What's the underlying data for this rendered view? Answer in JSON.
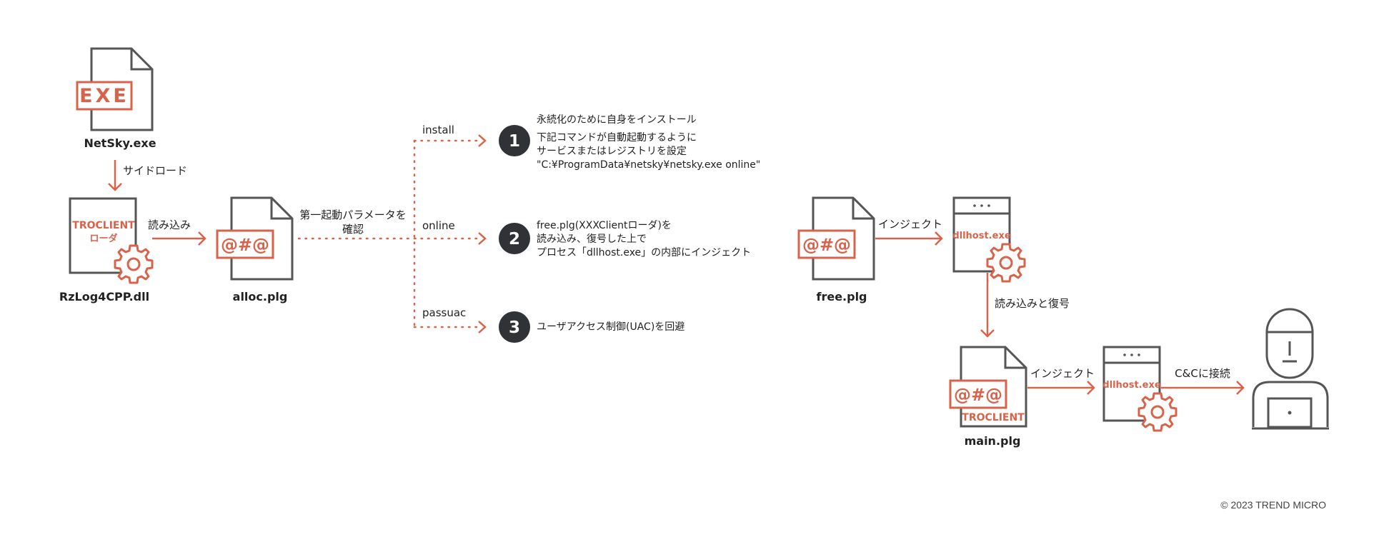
{
  "files": {
    "netsky": {
      "label": "NetSky.exe",
      "icon_text": "EXE"
    },
    "rzlog": {
      "label": "RzLog4CPP.dll",
      "icon_line1": "TROCLIENT",
      "icon_line2": "ローダ"
    },
    "alloc": {
      "label": "alloc.plg",
      "icon_text": "@#@"
    },
    "free": {
      "label": "free.plg",
      "icon_text": "@#@"
    },
    "dllhost1": {
      "icon_text": "dllhost.exe"
    },
    "main": {
      "label": "main.plg",
      "icon_text": "@#@",
      "icon_sub": "TROCLIENT"
    },
    "dllhost2": {
      "icon_text": "dllhost.exe"
    }
  },
  "edges": {
    "sideload": "サイドロード",
    "load": "読み込み",
    "param_line1": "第一起動パラメータを",
    "param_line2": "確認",
    "inject1": "インジェクト",
    "load_decrypt": "読み込みと復号",
    "inject2": "インジェクト",
    "cc": "C&Cに接続"
  },
  "branches": [
    {
      "param": "install",
      "number": "1",
      "lines": [
        "永続化のために自身をインストール",
        "下記コマンドが自動起動するように",
        "サービスまたはレジストリを設定",
        "\"C:¥ProgramData¥netsky¥netsky.exe online\""
      ]
    },
    {
      "param": "online",
      "number": "2",
      "lines": [
        "free.plg(XXXClientローダ)を",
        "読み込み、復号した上で",
        "プロセス「dllhost.exe」の内部にインジェクト"
      ]
    },
    {
      "param": "passuac",
      "number": "3",
      "lines": [
        "ユーザアクセス制御(UAC)を回避"
      ]
    }
  ],
  "copyright": "© 2023 TREND MICRO",
  "colors": {
    "accent": "#d9634a",
    "outline": "#555555",
    "badge": "#2f3338",
    "text": "#222222"
  }
}
